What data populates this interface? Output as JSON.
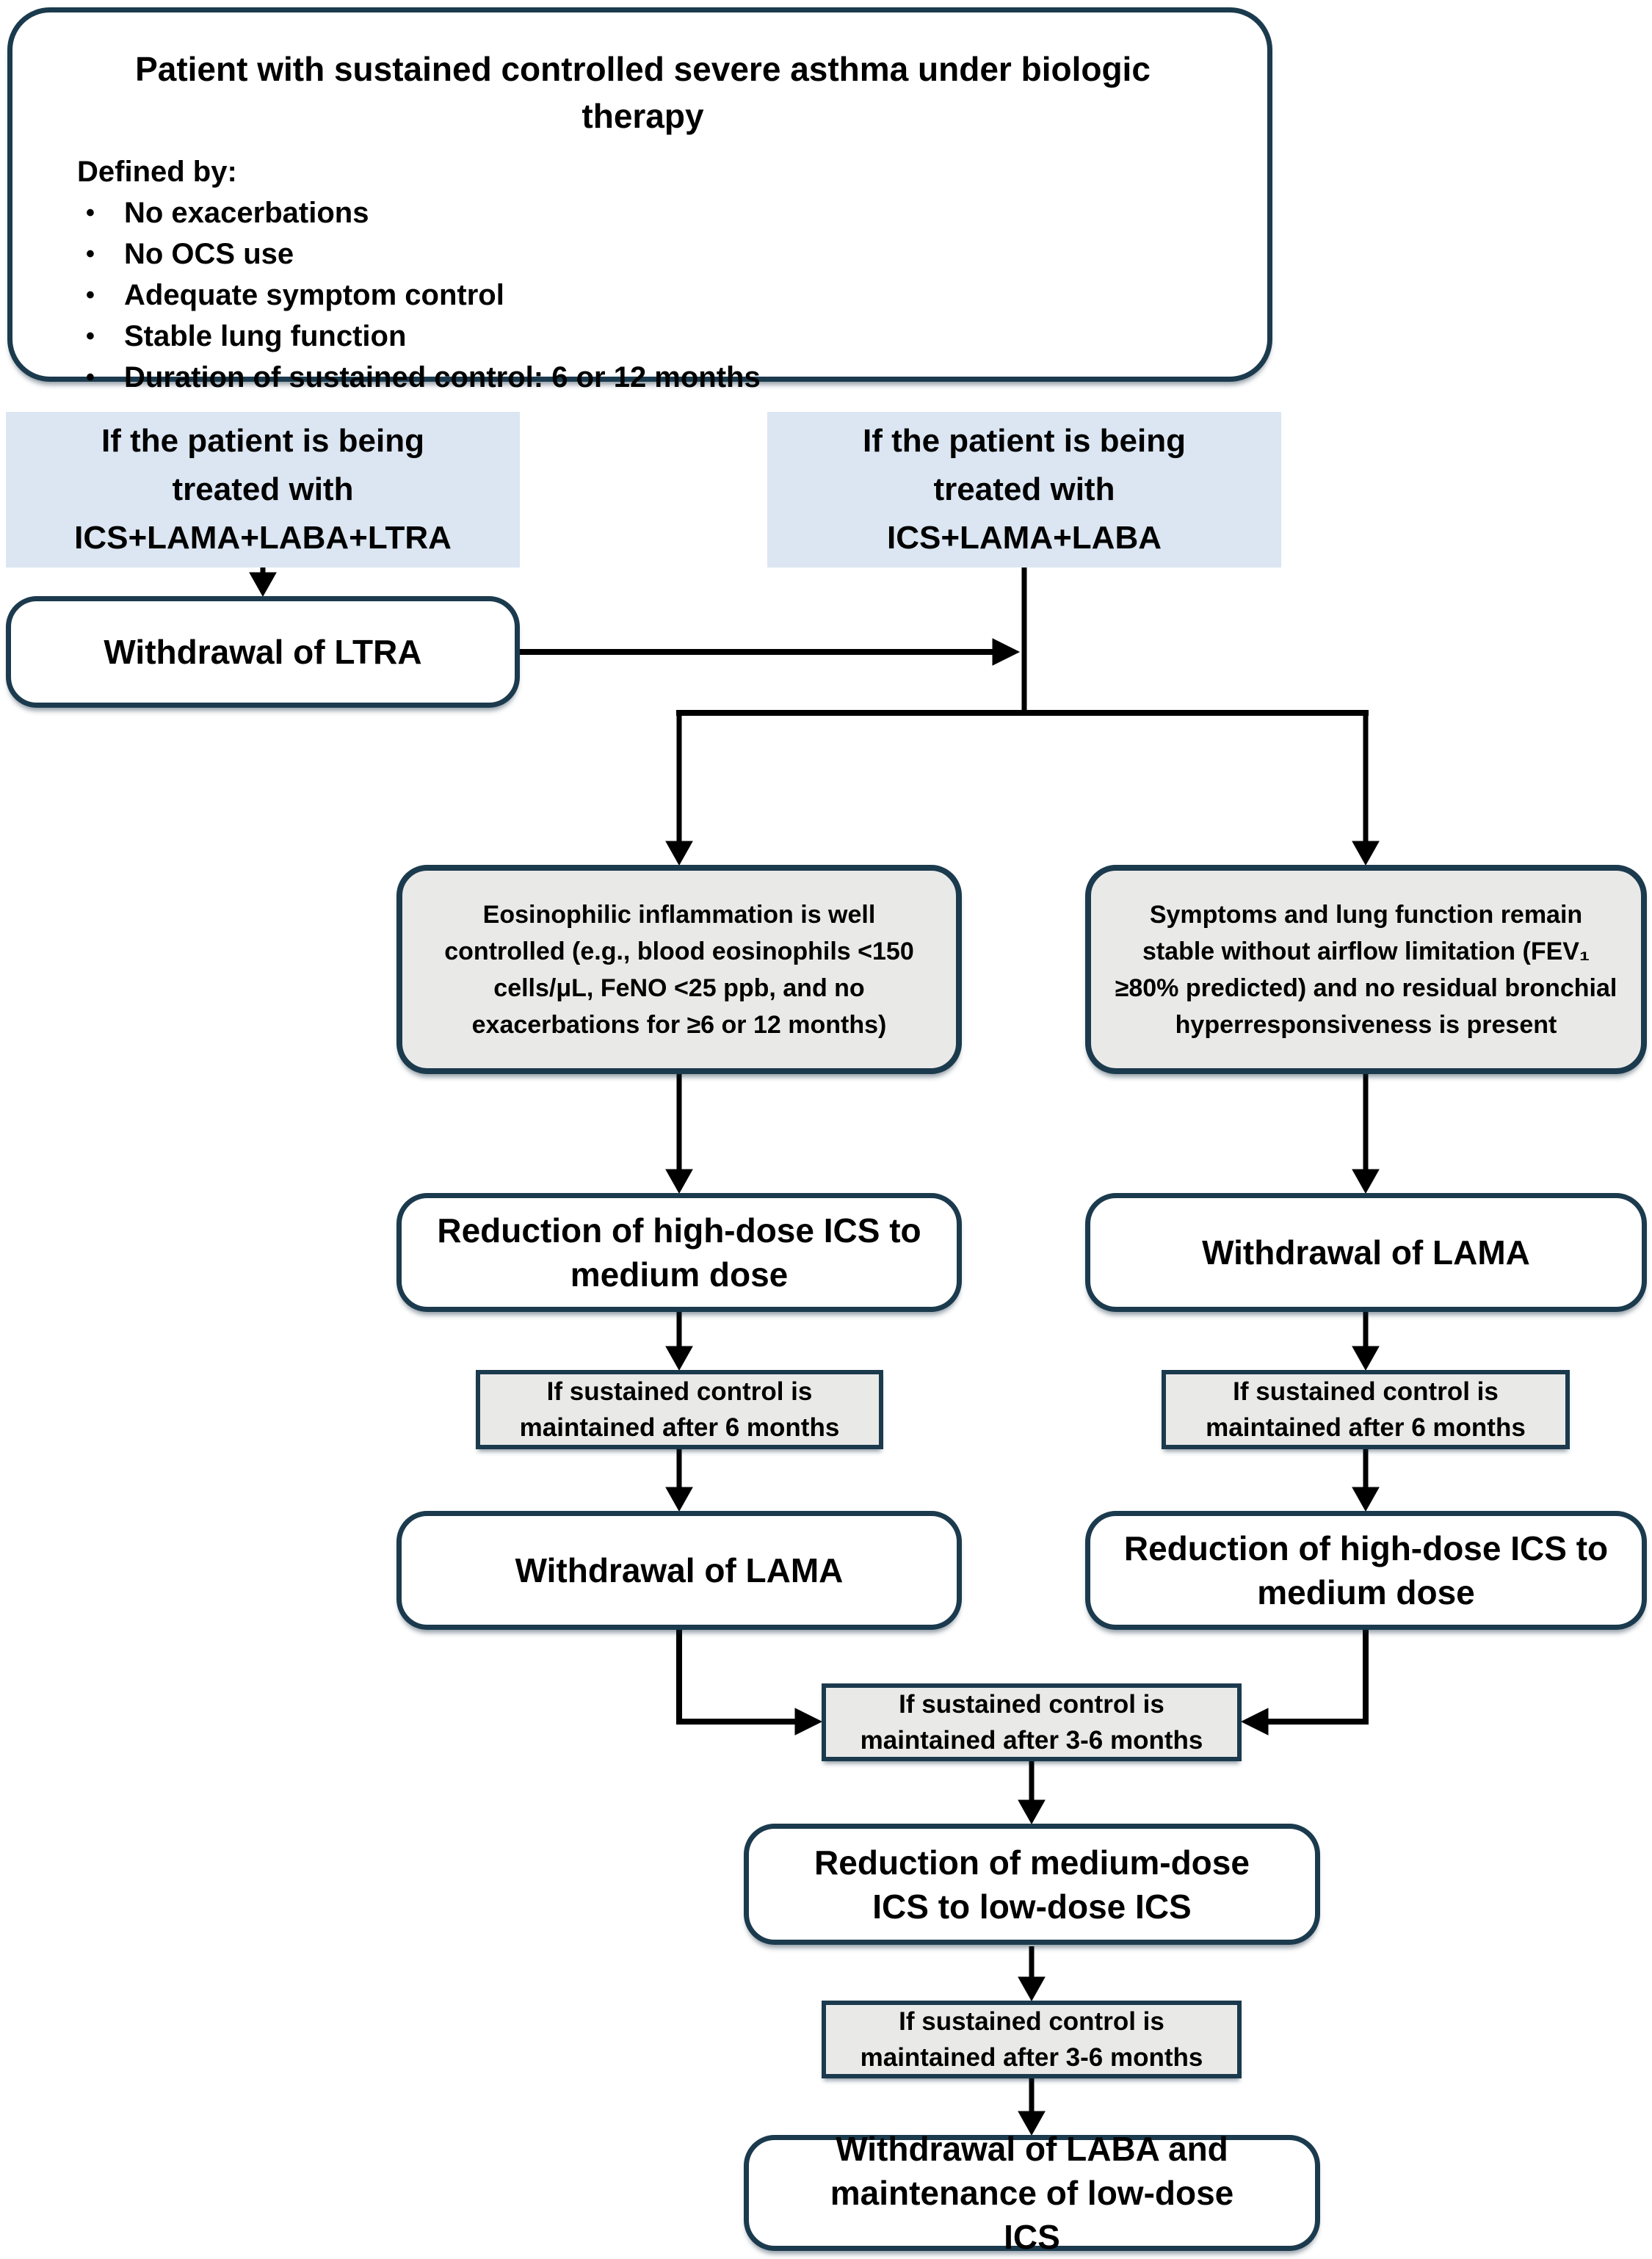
{
  "top_box": {
    "title": "Patient with sustained controlled severe asthma under biologic therapy",
    "defined_by": "Defined by:",
    "bullet": "•",
    "criteria": [
      "No exacerbations",
      "No OCS use",
      "Adequate symptom control",
      "Stable lung function",
      "Duration of sustained control: 6 or 12 months"
    ]
  },
  "left_branch": {
    "condition": "If the patient is being treated with ICS+LAMA+LABA+LTRA",
    "step": "Withdrawal of LTRA"
  },
  "right_branch": {
    "condition": "If the patient is being treated with ICS+LAMA+LABA"
  },
  "eosinophilic_path": {
    "criterion": "Eosinophilic inflammation is well controlled (e.g., blood eosinophils <150 cells/μL, FeNO <25 ppb, and no exacerbations for ≥6 or 12 months)",
    "step1": "Reduction of high-dose ICS to medium dose",
    "gate1": "If sustained control is maintained after 6 months",
    "step2": "Withdrawal of LAMA"
  },
  "lung_function_path": {
    "criterion": "Symptoms and lung function remain stable without airflow limitation (FEV₁ ≥80% predicted) and no residual bronchial hyperresponsiveness is present",
    "step1": "Withdrawal of LAMA",
    "gate1": "If sustained control is maintained after 6 months",
    "step2": "Reduction of high-dose ICS to medium dose"
  },
  "merged_path": {
    "gate1": "If sustained control is maintained after 3-6 months",
    "step1": "Reduction of medium-dose ICS to low-dose ICS",
    "gate2": "If sustained control is maintained after 3-6 months",
    "step2": "Withdrawal of LABA and maintenance of low-dose ICS"
  },
  "colors": {
    "border": "#1b3a4d",
    "highlight_fill": "#dbe6f2",
    "condition_fill": "#e9e9e8",
    "arrow": "#000000"
  }
}
